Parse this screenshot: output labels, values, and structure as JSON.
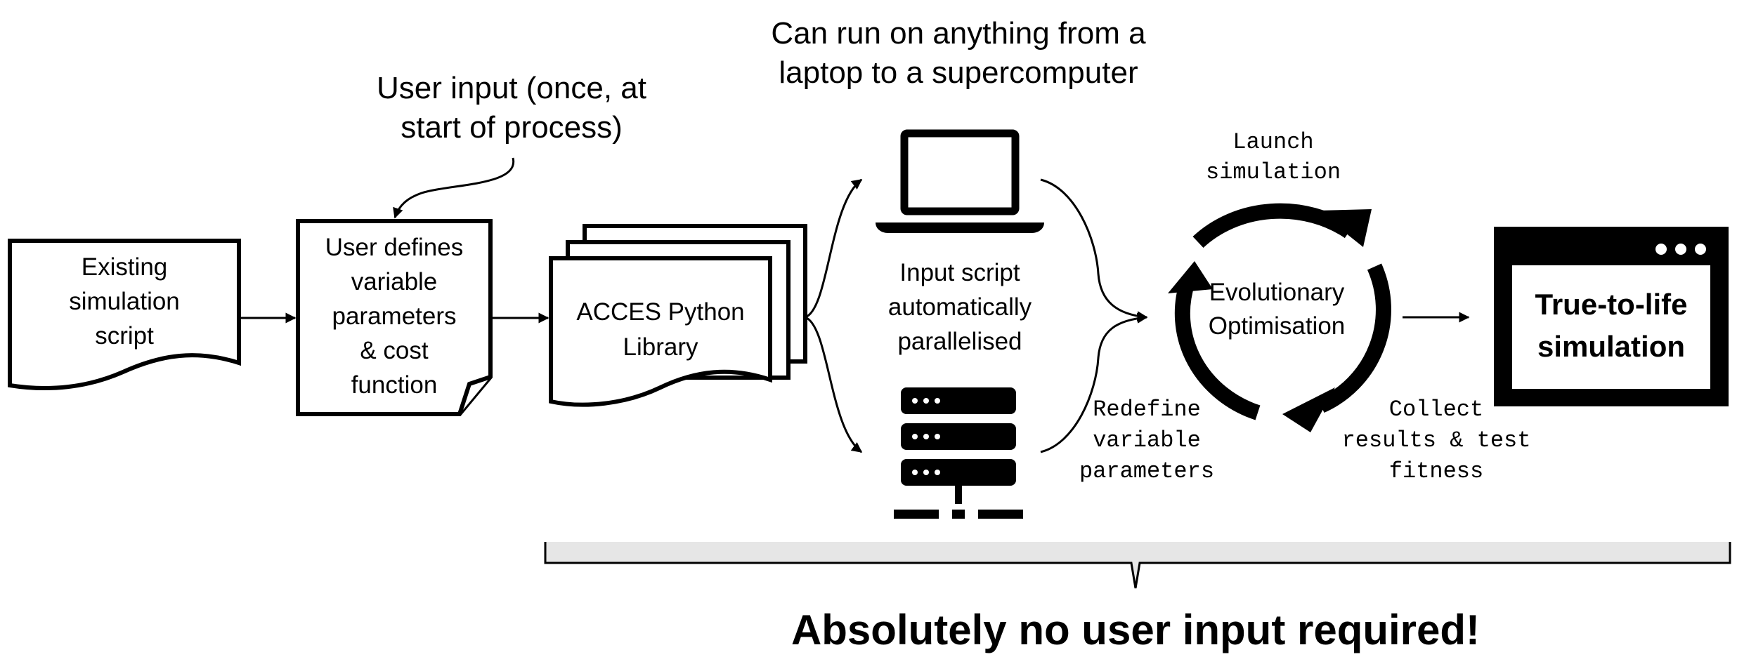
{
  "annotations": {
    "user_input_line1": "User input (once, at",
    "user_input_line2": "start of process)",
    "hardware_line1": "Can run on anything from a",
    "hardware_line2": "laptop to a supercomputer",
    "no_input": "Absolutely no user input required!"
  },
  "nodes": {
    "existing_script": [
      "Existing",
      "simulation",
      "script"
    ],
    "user_defines": [
      "User defines",
      "variable",
      "parameters",
      "& cost",
      "function"
    ],
    "acces": [
      "ACCES Python",
      "Library"
    ],
    "parallelised": [
      "Input script",
      "automatically",
      "parallelised"
    ],
    "evolutionary": [
      "Evolutionary",
      "Optimisation"
    ],
    "result": [
      "True-to-life",
      "simulation"
    ]
  },
  "cycle_labels": {
    "launch": [
      "Launch",
      "simulation"
    ],
    "collect": [
      "Collect",
      "results & test",
      "fitness"
    ],
    "redefine": [
      "Redefine",
      "variable",
      "parameters"
    ]
  },
  "icons": [
    "laptop-icon",
    "server-icon",
    "app-window-icon",
    "cycle-arrows-icon",
    "brace-icon"
  ],
  "colors": {
    "stroke": "#000000",
    "brace_fill": "#e6e6e6",
    "background": "#ffffff"
  }
}
